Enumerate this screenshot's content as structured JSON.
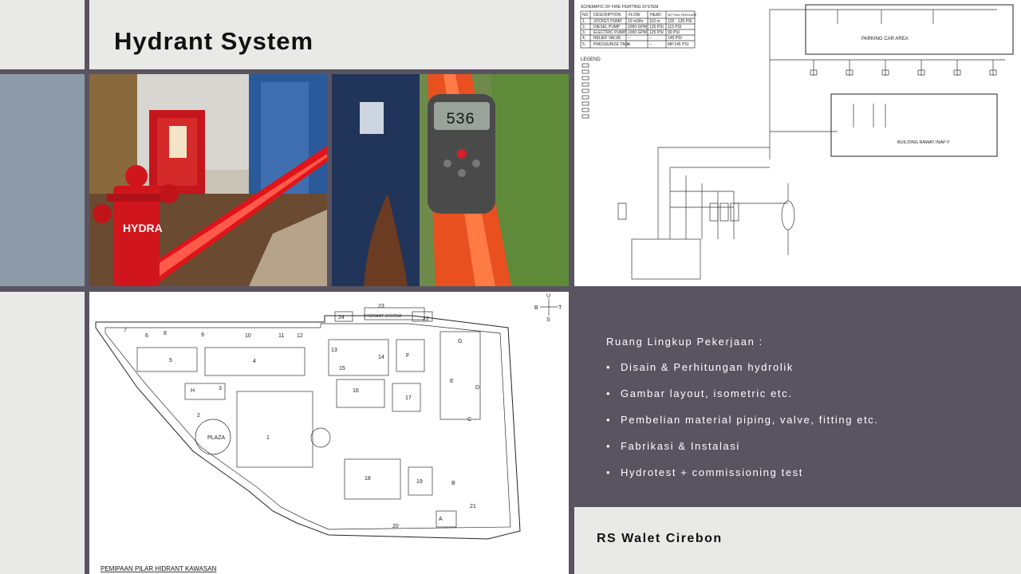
{
  "slide": {
    "title": "Hydrant System",
    "footer_label": "RS Walet Cirebon"
  },
  "scope": {
    "heading": "Ruang Lingkup Pekerjaan :",
    "items": [
      "Disain & Perhitungan hydrolik",
      "Gambar layout, isometric etc.",
      "Pembelian material piping, valve, fitting etc.",
      "Fabrikasi & Instalasi",
      "Hydrotest + commissioning test"
    ]
  },
  "photos": {
    "hydrant_text": "HYDRA",
    "gauge_reading": "536"
  },
  "schematic": {
    "title": "SCHEMATIC OF FIRE FIGHTING SYSTEM",
    "table_headers": [
      "NO",
      "DESCRIPTION",
      "FLOW",
      "HEAD",
      "SETTING PRESSURE"
    ],
    "table_rows": [
      [
        "1.",
        "JOCKEY PUMP",
        "10 m3/hr",
        "110 m",
        "125 - 135 PSI"
      ],
      [
        "2.",
        "DIESEL PUMP",
        "1000 GPM",
        "135 PSI",
        "115 PSI"
      ],
      [
        "3.",
        "ELECTRIC PUMP",
        "1000 GPM",
        "125 PSI",
        "90 PSI"
      ],
      [
        "4.",
        "RELIEF VALVE",
        "--",
        "--",
        "145 PSI"
      ],
      [
        "5.",
        "PRESSURIZE TANK",
        "--",
        "--",
        "MP.145 PSI"
      ]
    ],
    "legend_title": "LEGEND",
    "parking_label": "PARKING CAR AREA",
    "building_label": "BUILDING RAWAT INAP F"
  },
  "siteplan": {
    "label_hydrant": "HYDRANT SYSTEM",
    "label_plaza": "PLAZA",
    "bottom_caption": "PEMIPAAN PILAR HIDRANT KAWASAN",
    "compass": [
      "U",
      "B",
      "T",
      "S"
    ],
    "blocks": [
      "1",
      "2",
      "3",
      "4",
      "5",
      "6",
      "7",
      "8",
      "9",
      "10",
      "11",
      "12",
      "13",
      "14",
      "15",
      "16",
      "17",
      "18",
      "19",
      "20",
      "21",
      "22",
      "23",
      "24",
      "A",
      "B",
      "C",
      "D",
      "E",
      "F",
      "G",
      "H"
    ]
  },
  "colors": {
    "background": "#5a5460",
    "light_panel": "#e9eae8",
    "blue_panel": "#8d9ba9",
    "hydrant_red": "#d0161c",
    "pipe_orange": "#e8501f"
  }
}
